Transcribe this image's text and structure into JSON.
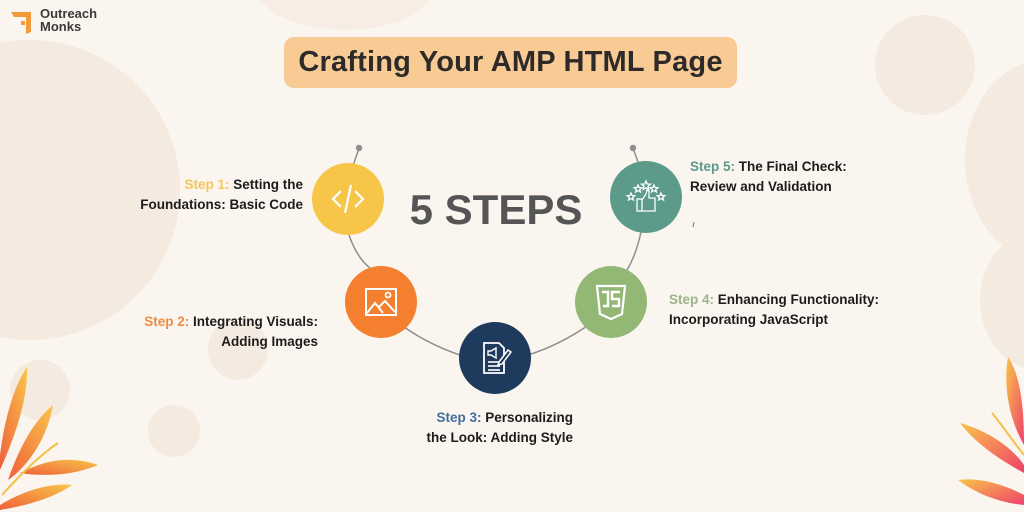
{
  "brand": {
    "logo_line1": "Outreach",
    "logo_line2": "Monks",
    "logo_color": "#F39A3A"
  },
  "title": "Crafting Your AMP HTML Page",
  "center_label": "5 STEPS",
  "colors": {
    "background": "#FAF5EF",
    "title_pill": "#F8CB95",
    "connector": "#8E8E8E"
  },
  "steps": [
    {
      "number_label": "Step 1:",
      "text_line1": "Setting the",
      "text_line2": "Foundations: Basic Code",
      "icon": "code-icon",
      "circle_color": "#F7C548",
      "label_color": "#F5C55A"
    },
    {
      "number_label": "Step 2:",
      "text_line1": "Integrating Visuals:",
      "text_line2": "Adding Images",
      "icon": "image-icon",
      "circle_color": "#F37F2F",
      "label_color": "#EE8C45"
    },
    {
      "number_label": "Step 3:",
      "text_line1": "Personalizing",
      "text_line2": "the Look: Adding Style",
      "icon": "document-edit-icon",
      "circle_color": "#1E3A5C",
      "label_color": "#3F6F9E"
    },
    {
      "number_label": "Step 4:",
      "text_line1": "Enhancing Functionality:",
      "text_line2": "Incorporating JavaScript",
      "icon": "javascript-icon",
      "circle_color": "#93B876",
      "label_color": "#9BB58A"
    },
    {
      "number_label": "Step 5:",
      "text_line1": "The Final Check:",
      "text_line2": "Review and Validation",
      "icon": "rating-thumbs-up-icon",
      "circle_color": "#5C9A8A",
      "label_color": "#5C9A8A"
    }
  ]
}
